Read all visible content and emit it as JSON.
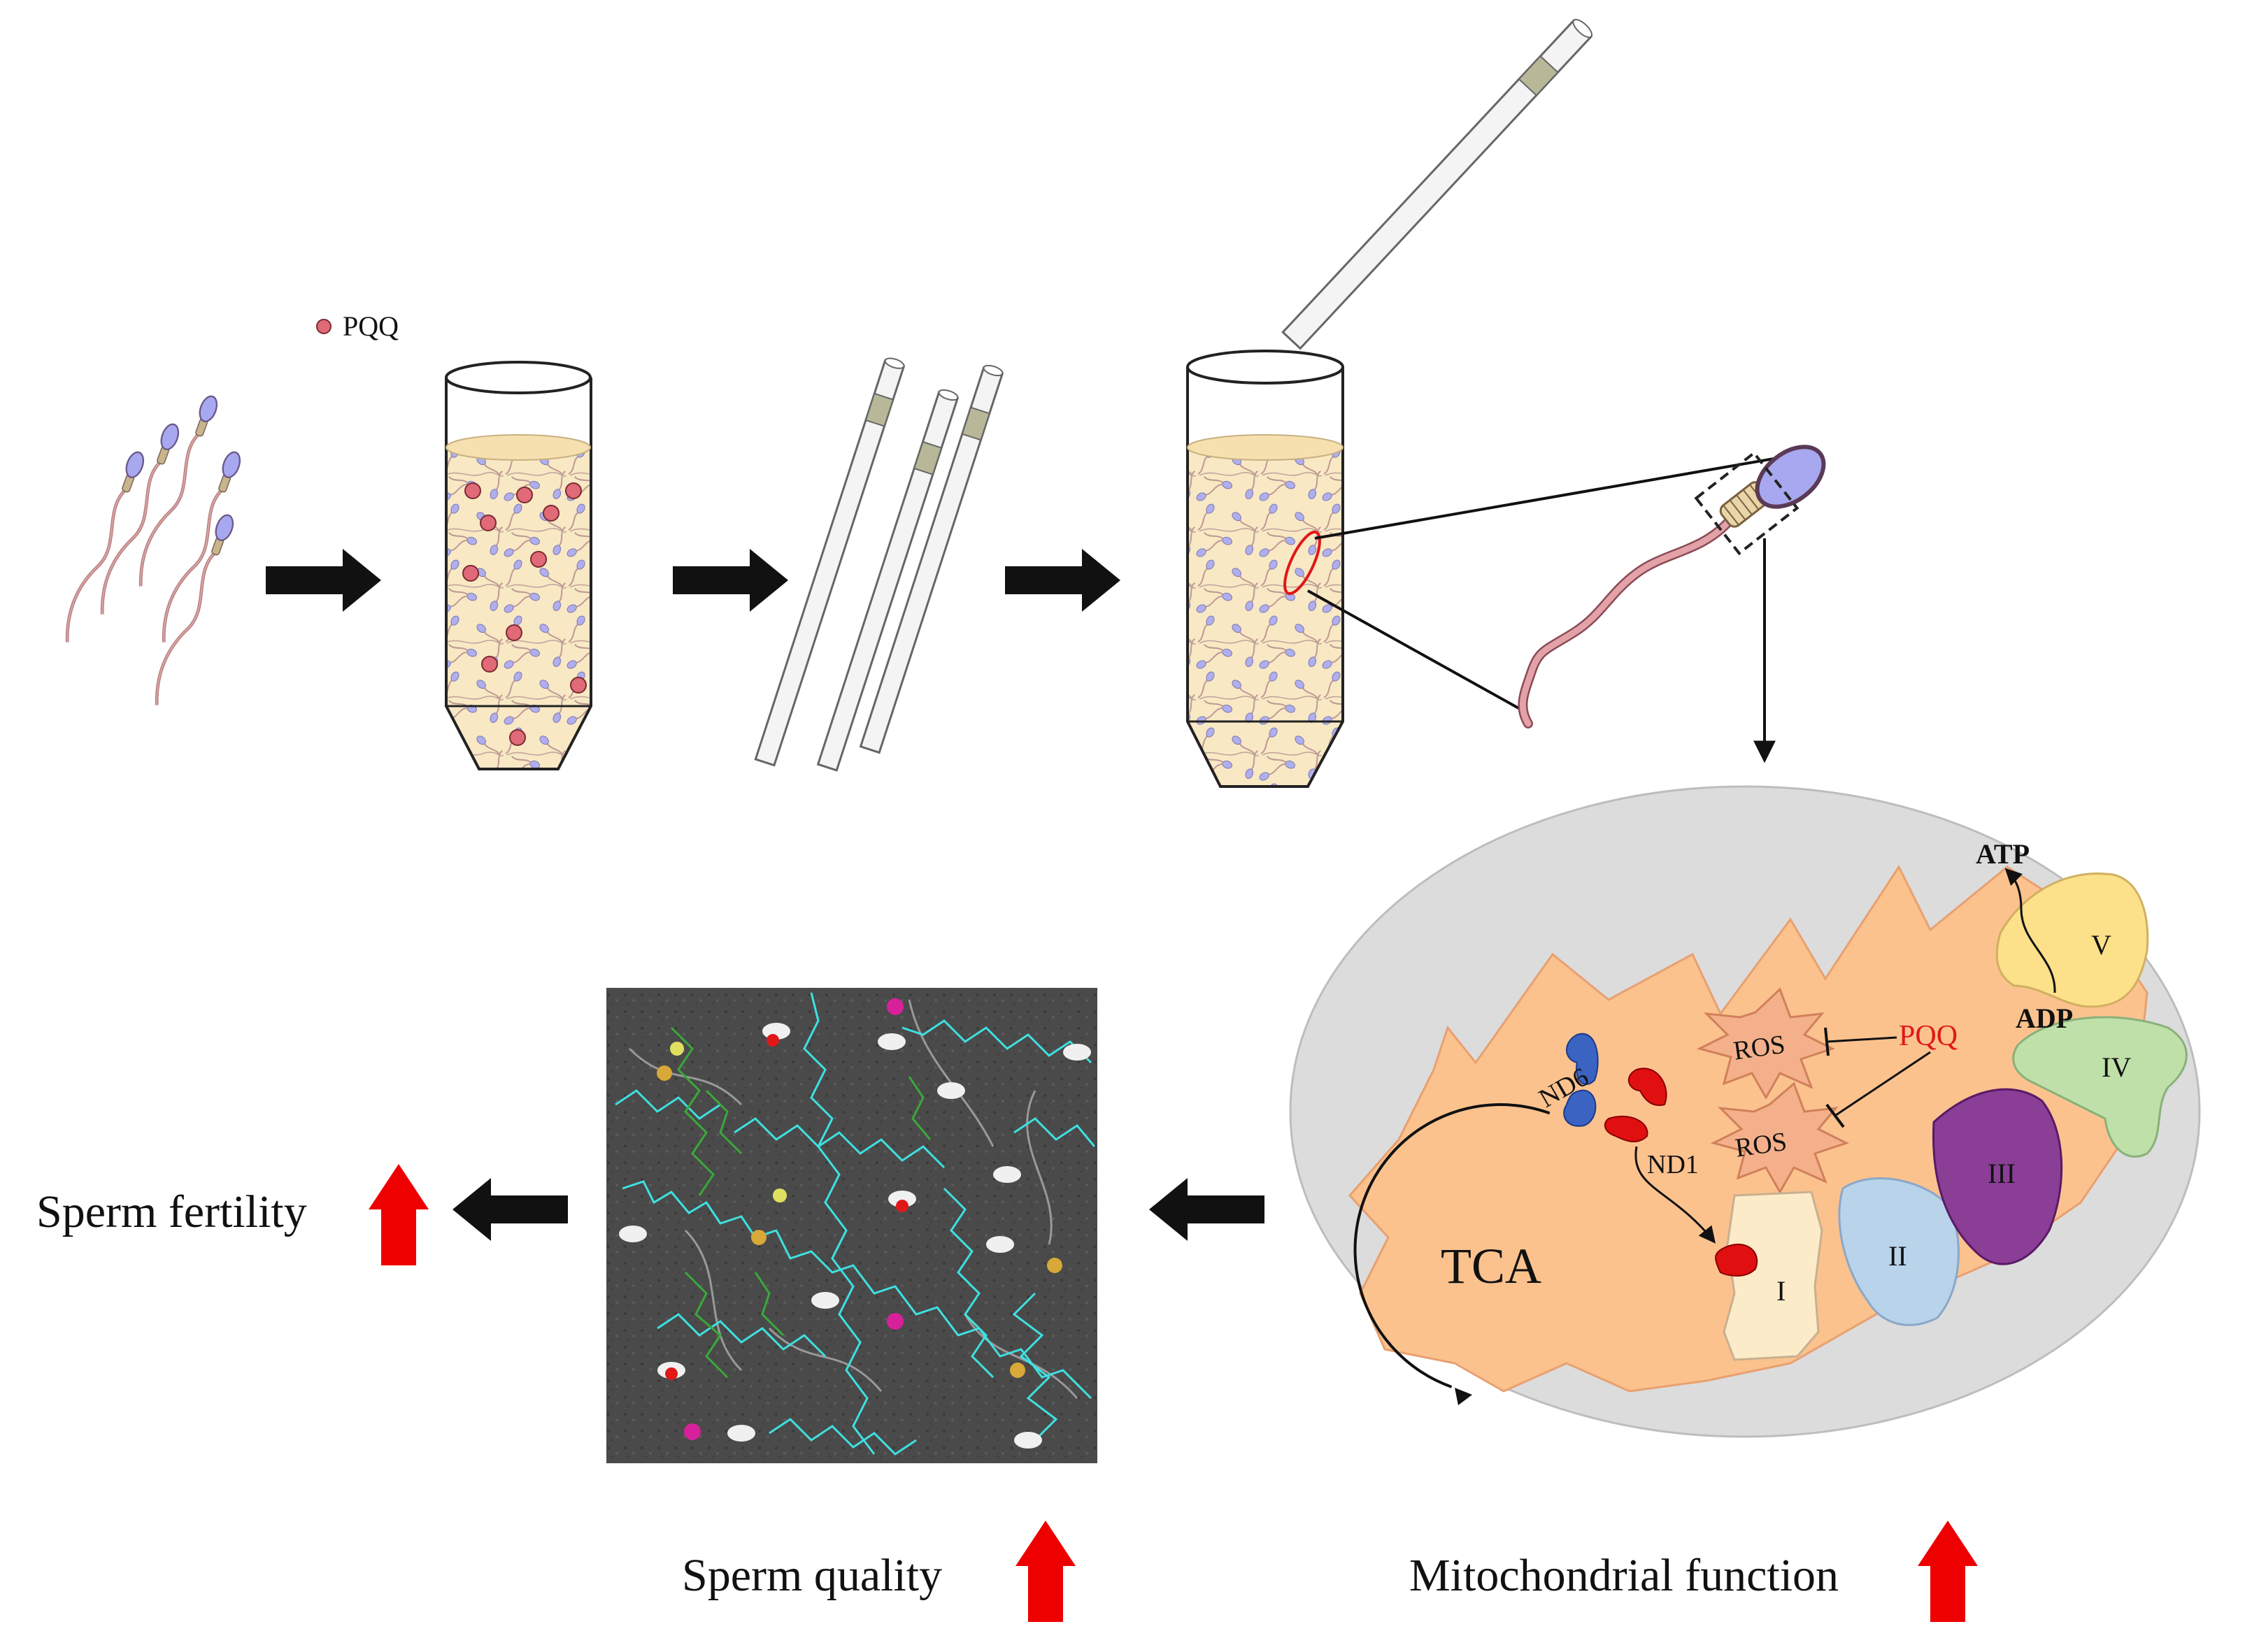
{
  "legend": {
    "pqq_label": "PQQ"
  },
  "mito": {
    "atp": "ATP",
    "adp": "ADP",
    "pqq": "PQQ",
    "ros_1": "ROS",
    "ros_2": "ROS",
    "nd6": "ND6",
    "nd1": "ND1",
    "tca": "TCA",
    "complex_I": "I",
    "complex_II": "II",
    "complex_III": "III",
    "complex_IV": "IV",
    "complex_V": "V"
  },
  "outcomes": {
    "sperm_fertility": "Sperm fertility",
    "sperm_quality": "Sperm quality",
    "mitochondrial_function": "Mitochondrial function"
  },
  "colors": {
    "medium": "#f8e8c4",
    "pqq_dot": "#e06a78",
    "sperm_head": "#a8a8f0",
    "sperm_tail": "#c88e8e",
    "arrow_black": "#111111",
    "up_arrow": "#ee0000",
    "mito_bg": "#dcdcdc",
    "cristae": "#fbc28e",
    "ros_star": "#f4b08a",
    "pqq_text": "#e01818",
    "nd_blue": "#3a63c2",
    "nd_red": "#e01010",
    "complex_I": "#fcebc8",
    "complex_II": "#b9d3ea",
    "complex_III": "#8a3e96",
    "complex_IV": "#bfe0a8",
    "complex_V": "#fce08a",
    "track_cyan": "#3fe0e0",
    "track_green": "#3aa83a"
  }
}
